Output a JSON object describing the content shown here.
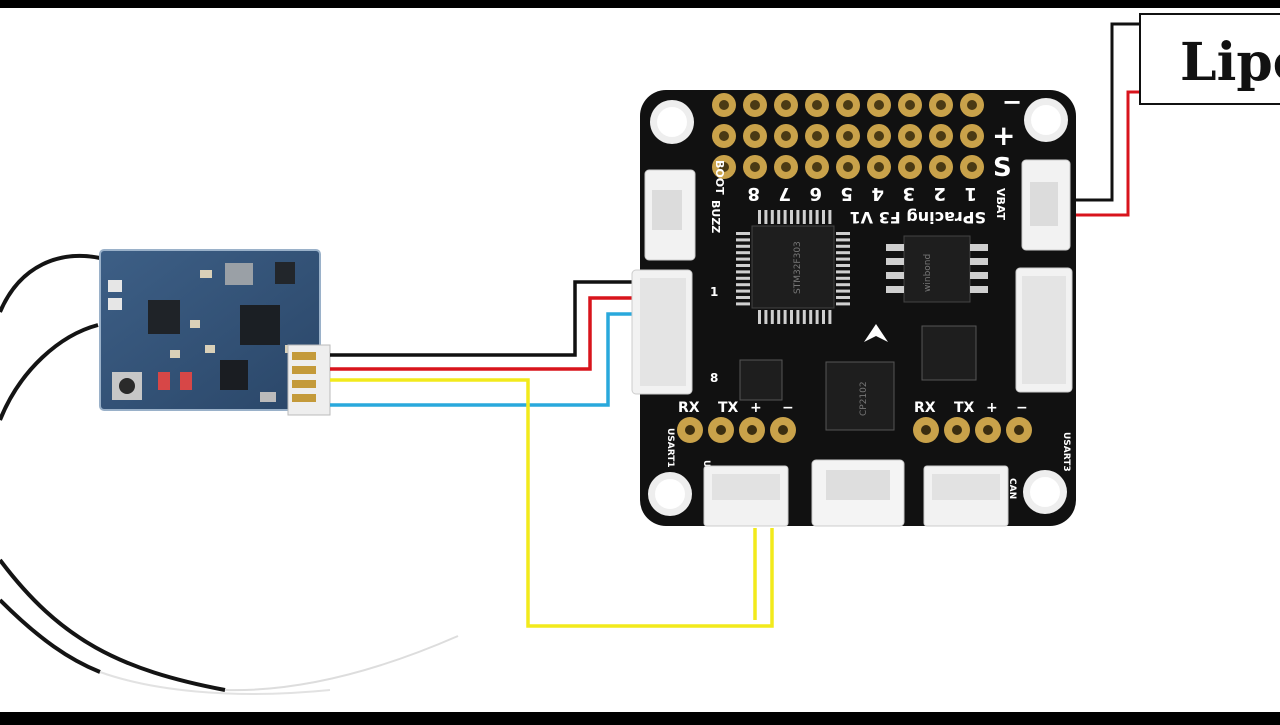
{
  "battery": {
    "label": "Lipo"
  },
  "flight_controller": {
    "board_name": "SPracing F3 V1",
    "header_polarity": [
      "−",
      "+",
      "S"
    ],
    "channel_numbers": [
      "8",
      "7",
      "6",
      "5",
      "4",
      "3",
      "2",
      "1"
    ],
    "boot_label": "BOOT",
    "buzz_label": "BUZZ",
    "vbat_label": "VBAT",
    "connector_pin1": "1",
    "connector_pin8": "8",
    "uart_left_pins": [
      "RX",
      "TX",
      "+",
      "−"
    ],
    "uart_right_pins": [
      "RX",
      "TX",
      "+",
      "−"
    ],
    "usart1_label": "USART1",
    "usart2_label": "USART2",
    "usart3_label": "USART3",
    "can_label": "CAN",
    "mcu_marking": "STM32F303",
    "flash_marking": "winbond",
    "usb_chip_marking": "CP2102"
  },
  "wire_colors": {
    "black": "#111111",
    "red": "#d8141c",
    "yellow": "#f2ea1c",
    "blue": "#29a8dc"
  }
}
